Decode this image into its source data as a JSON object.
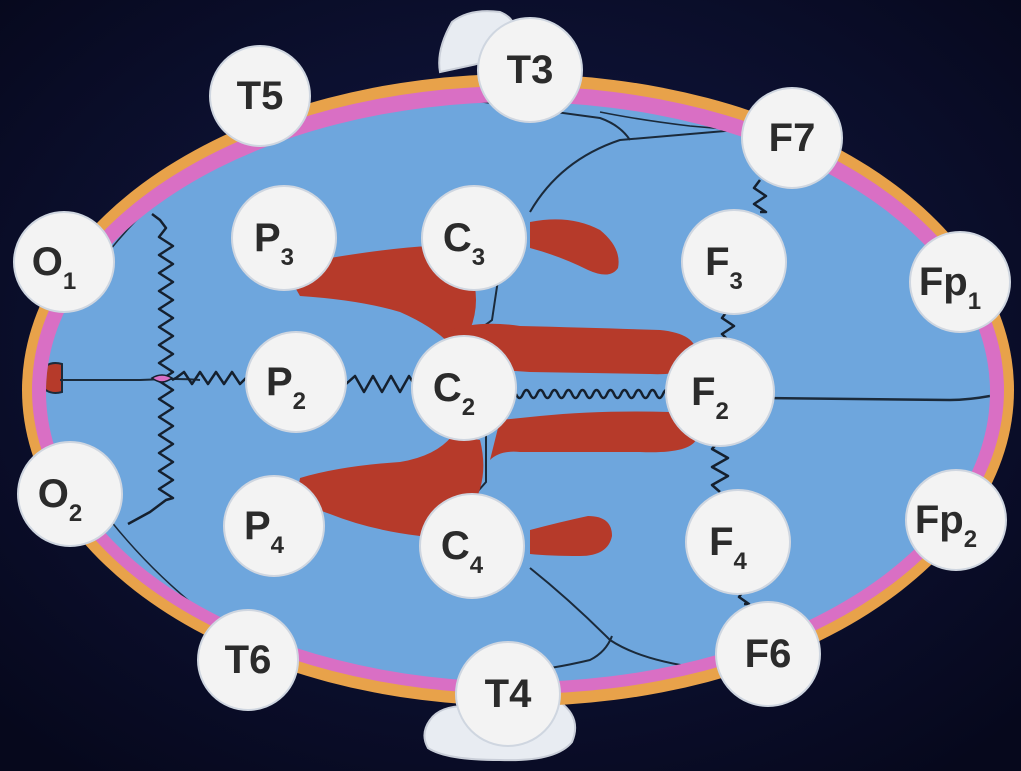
{
  "diagram": {
    "colors": {
      "background": "#0b1030",
      "scalp": "#e8a24a",
      "skull": "#d96fc4",
      "brain": "#6ea6dd",
      "ventricle": "#b63a2a",
      "electrode": "#f3f3f3",
      "electrode_text": "#2b2b2b",
      "suture": "#1b2a3a"
    },
    "electrodes": [
      {
        "id": "t5",
        "main": "T5",
        "sub": ""
      },
      {
        "id": "t3",
        "main": "T3",
        "sub": ""
      },
      {
        "id": "f7",
        "main": "F7",
        "sub": ""
      },
      {
        "id": "o1",
        "main": "O",
        "sub": "1"
      },
      {
        "id": "p3",
        "main": "P",
        "sub": "3"
      },
      {
        "id": "c3",
        "main": "C",
        "sub": "3"
      },
      {
        "id": "f3",
        "main": "F",
        "sub": "3"
      },
      {
        "id": "fp1",
        "main": "Fp",
        "sub": "1"
      },
      {
        "id": "p2",
        "main": "P",
        "sub": "2"
      },
      {
        "id": "c2",
        "main": "C",
        "sub": "2"
      },
      {
        "id": "f2",
        "main": "F",
        "sub": "2"
      },
      {
        "id": "o2",
        "main": "O",
        "sub": "2"
      },
      {
        "id": "p4",
        "main": "P",
        "sub": "4"
      },
      {
        "id": "c4",
        "main": "C",
        "sub": "4"
      },
      {
        "id": "f4",
        "main": "F",
        "sub": "4"
      },
      {
        "id": "fp2",
        "main": "Fp",
        "sub": "2"
      },
      {
        "id": "t6",
        "main": "T6",
        "sub": ""
      },
      {
        "id": "t4",
        "main": "T4",
        "sub": ""
      },
      {
        "id": "f6",
        "main": "F6",
        "sub": ""
      }
    ]
  }
}
